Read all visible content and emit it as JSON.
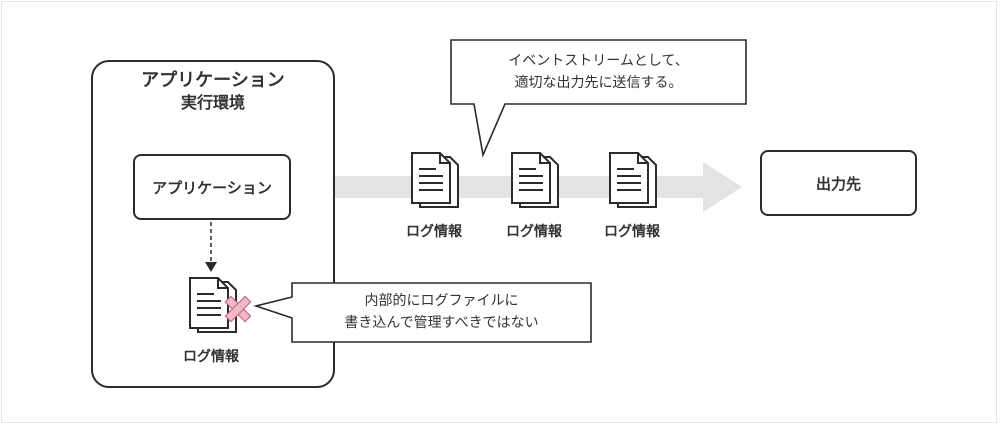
{
  "environment": {
    "title_line1": "アプリケーション",
    "title_line2": "実行環境"
  },
  "app_box": {
    "label": "アプリケーション"
  },
  "output_box": {
    "label": "出力先"
  },
  "stream_docs": [
    {
      "label": "ログ情報"
    },
    {
      "label": "ログ情報"
    },
    {
      "label": "ログ情報"
    }
  ],
  "local_doc": {
    "label": "ログ情報"
  },
  "callout_top": {
    "line1": "イベントストリームとして、",
    "line2": "適切な出力先に送信する。"
  },
  "callout_bottom": {
    "line1": "内部的にログファイルに",
    "line2": "書き込んで管理すべきではない"
  },
  "colors": {
    "stroke": "#2b2b2b",
    "arrow": "#e3e3e3",
    "cross": "#f2b8c6",
    "cross_stroke": "#c0587a"
  }
}
